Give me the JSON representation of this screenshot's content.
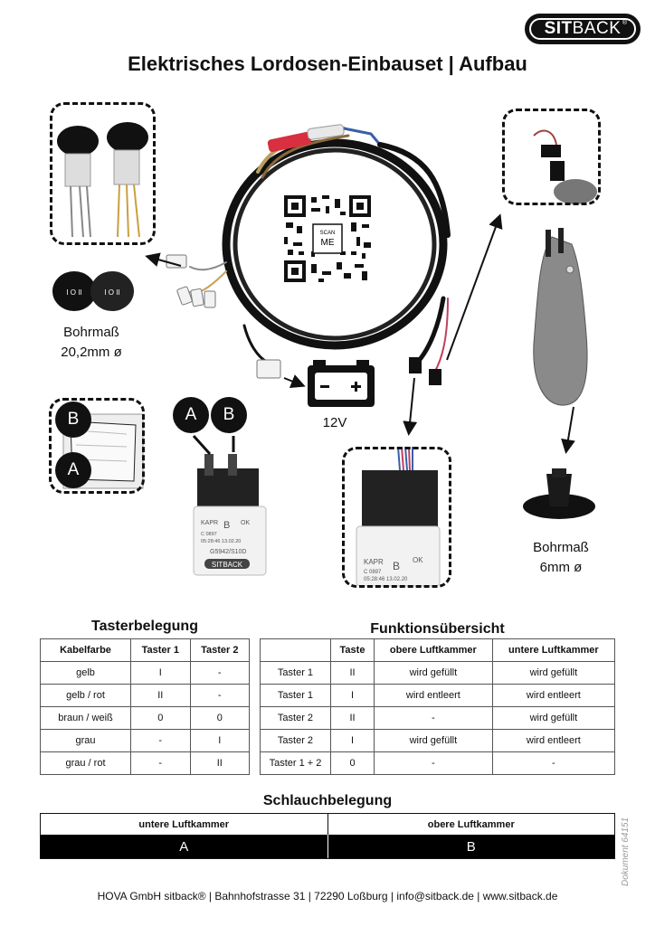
{
  "logo": {
    "bold": "SIT",
    "light": "BACK",
    "reg": "®"
  },
  "title": "Elektrisches Lordosen-Einbauset | Aufbau",
  "labels": {
    "drill_switch": "Bohrmaß\n20,2mm ø",
    "battery": "12V",
    "drill_clip": "Bohrmaß\n6mm ø",
    "a": "A",
    "b": "B"
  },
  "qr": {
    "text1": "SCAN",
    "text2": "ME"
  },
  "valve_label": {
    "brand": "KAPR",
    "mid": "B",
    "ok": "OK",
    "code": "C 0897",
    "date": "05:28:46 13.02.20",
    "part": "G5942/S10D",
    "logo": "SITBACK"
  },
  "tasterbelegung": {
    "title": "Tasterbelegung",
    "headers": [
      "Kabelfarbe",
      "Taster 1",
      "Taster 2"
    ],
    "rows": [
      [
        "gelb",
        "I",
        "-"
      ],
      [
        "gelb / rot",
        "II",
        "-"
      ],
      [
        "braun / weiß",
        "0",
        "0"
      ],
      [
        "grau",
        "-",
        "I"
      ],
      [
        "grau / rot",
        "-",
        "II"
      ]
    ]
  },
  "funktionsuebersicht": {
    "title": "Funktionsübersicht",
    "headers": [
      "",
      "Taste",
      "obere Luftkammer",
      "untere Luftkammer"
    ],
    "rows": [
      [
        "Taster 1",
        "II",
        "wird gefüllt",
        "wird gefüllt"
      ],
      [
        "Taster 1",
        "I",
        "wird entleert",
        "wird entleert"
      ],
      [
        "Taster 2",
        "II",
        "-",
        "wird gefüllt"
      ],
      [
        "Taster 2",
        "I",
        "wird gefüllt",
        "wird entleert"
      ],
      [
        "Taster 1 + 2",
        "0",
        "-",
        "-"
      ]
    ]
  },
  "schlauchbelegung": {
    "title": "Schlauchbelegung",
    "headers": [
      "untere Luftkammer",
      "obere Luftkammer"
    ],
    "values": [
      "A",
      "B"
    ]
  },
  "document_number": "Dokument 64151",
  "footer": "HOVA GmbH sitback® | Bahnhofstrasse 31 | 72290 Loßburg | info@sitback.de | www.sitback.de"
}
